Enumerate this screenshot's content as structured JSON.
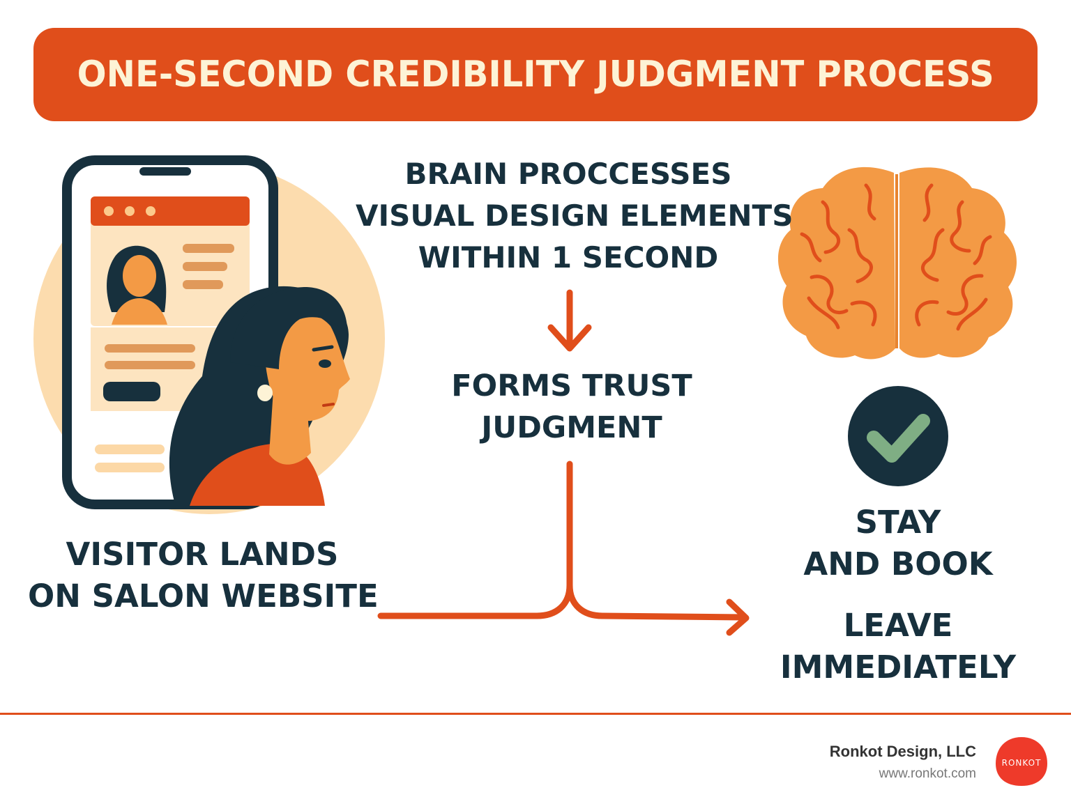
{
  "title": "ONE-SECOND CREDIBILITY JUDGMENT PROCESS",
  "visitor_label": [
    "VISITOR LANDS",
    "ON SALON WEBSITE"
  ],
  "brain_label": [
    "BRAIN PROCCESSES",
    "VISUAL DESIGN ELEMENTS",
    "WITHIN 1 SECOND"
  ],
  "trust_label": [
    "FORMS TRUST",
    "JUDGMENT"
  ],
  "stay_label": [
    "STAY",
    "AND BOOK"
  ],
  "leave_label": [
    "LEAVE",
    "IMMEDIATELY"
  ],
  "footer": {
    "company": "Ronkot Design, LLC",
    "website": "www.ronkot.com",
    "logo_text": "RONKOT"
  },
  "colors": {
    "accent": "#e04e1b",
    "dark": "#17303d",
    "cream": "#fdf3d6",
    "check": "#7fae84"
  }
}
